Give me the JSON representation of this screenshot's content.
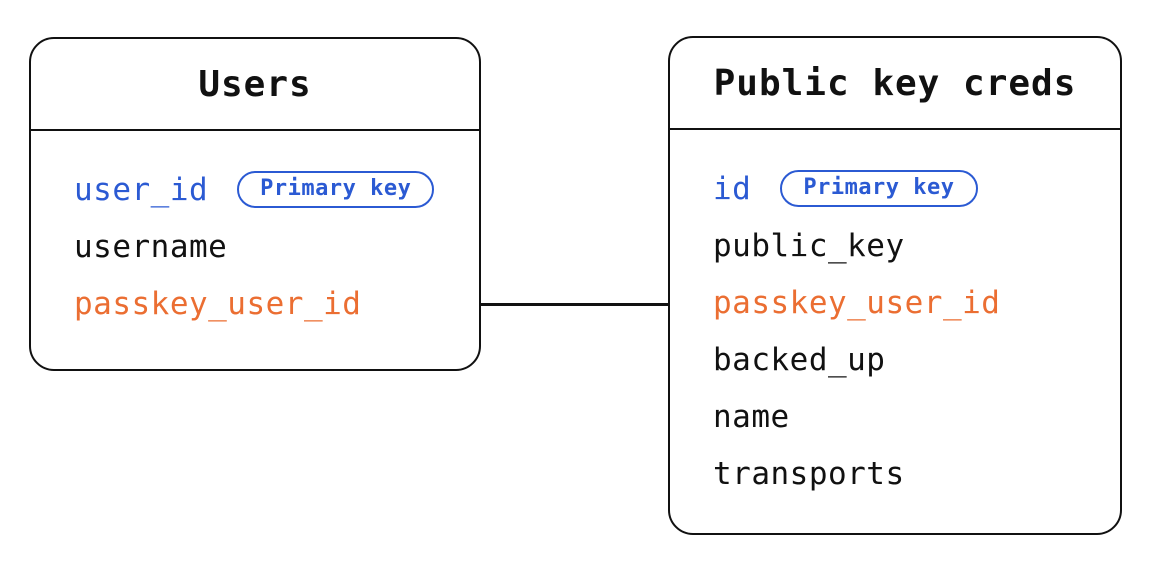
{
  "diagram": {
    "type": "entity-relationship",
    "background": "#ffffff",
    "colors": {
      "ink": "#111111",
      "primary_key": "#2b5ad3",
      "reference_key": "#eb6e32"
    },
    "tables": [
      {
        "title": "Users",
        "fields": [
          {
            "name": "user_id",
            "role": "primary",
            "badge": "Primary key"
          },
          {
            "name": "username",
            "role": "plain"
          },
          {
            "name": "passkey_user_id",
            "role": "reference"
          }
        ]
      },
      {
        "title": "Public key creds",
        "fields": [
          {
            "name": "id",
            "role": "primary",
            "badge": "Primary key"
          },
          {
            "name": "public_key",
            "role": "plain"
          },
          {
            "name": "passkey_user_id",
            "role": "reference"
          },
          {
            "name": "backed_up",
            "role": "plain"
          },
          {
            "name": "name",
            "role": "plain"
          },
          {
            "name": "transports",
            "role": "plain"
          }
        ]
      }
    ],
    "relationship": {
      "from_table": "Users",
      "from_field": "passkey_user_id",
      "to_table": "Public key creds",
      "to_field": "passkey_user_id"
    }
  }
}
